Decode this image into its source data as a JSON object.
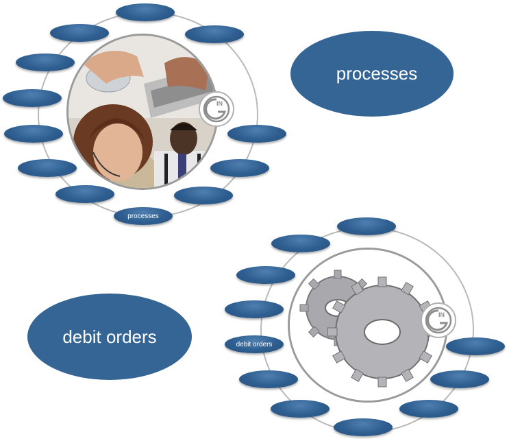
{
  "labels": {
    "top_ring_pill": "processes",
    "top_big_pill": "processes",
    "bottom_ring_pill": "debit orders",
    "bottom_big_pill": "debit orders"
  },
  "logo_text": "IN",
  "colors": {
    "pill_blue": "#2e5e90",
    "big_blue": "#356595",
    "ring_gray": "#b9b9b9"
  }
}
